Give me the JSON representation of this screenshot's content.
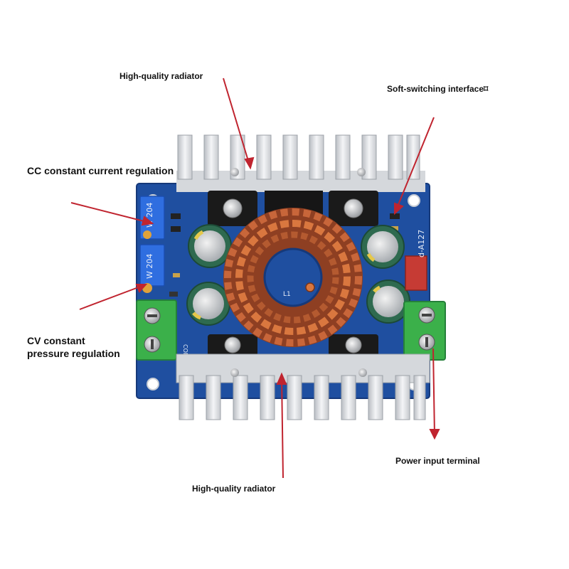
{
  "labels": {
    "radiator_top": "High-quality radiator",
    "soft_switch": "Soft-switching interface⌑",
    "cc_regulation": "CC constant current regulation",
    "cv_line1": "CV constant",
    "cv_line2": "pressure regulation",
    "power_input": "Power input terminal",
    "radiator_bottom": "High-quality radiator"
  },
  "board": {
    "model_code": "d-A127",
    "pot_marking_1": "W 204",
    "pot_marking_2": "W 204",
    "inductor_ref": "L1",
    "connector_ref": "CON1"
  },
  "colors": {
    "pcb": "#1f4fa0",
    "heatsink": "#e3e5e8",
    "copper_coil": "#c8663a",
    "terminal": "#3bb04a",
    "arrow": "#c0242f",
    "capacitor": "#2e6a4f"
  }
}
